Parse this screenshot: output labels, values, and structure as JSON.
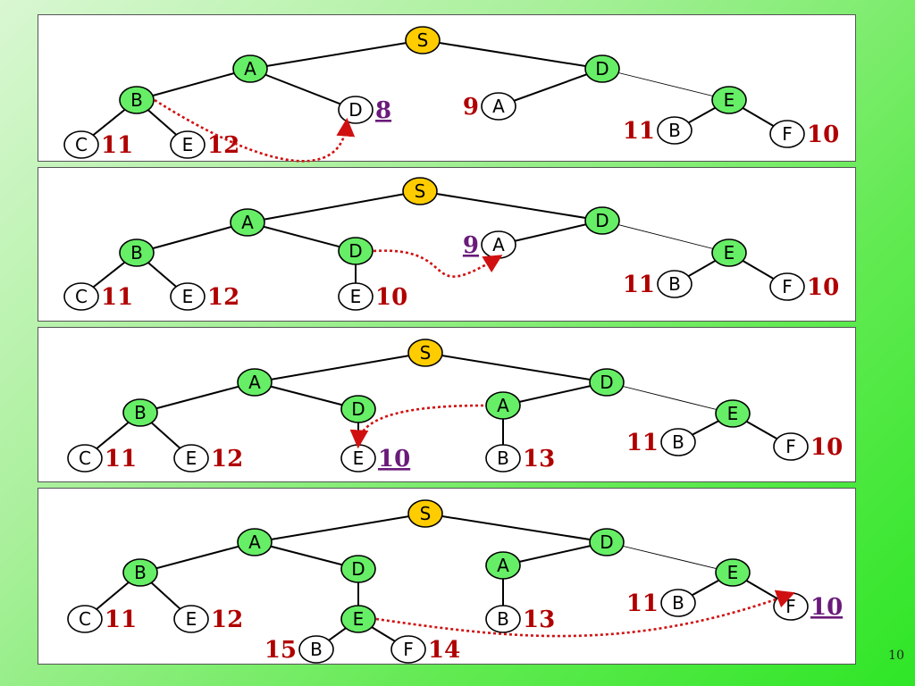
{
  "slide": {
    "page_number": "10"
  },
  "colors": {
    "start": "#ffcc00",
    "expanded": "#66ee66",
    "frontier": "#ffffff",
    "cost": "#b00000",
    "selected": "#6a1a7a",
    "arrow": "#d01010"
  },
  "panels": [
    {
      "nodes": [
        {
          "id": "S",
          "label": "S",
          "state": "start"
        },
        {
          "id": "A1",
          "label": "A",
          "state": "expanded"
        },
        {
          "id": "D1",
          "label": "D",
          "state": "expanded"
        },
        {
          "id": "B1",
          "label": "B",
          "state": "expanded"
        },
        {
          "id": "D2",
          "label": "D",
          "state": "frontier",
          "cost": "8",
          "selected": true
        },
        {
          "id": "A2",
          "label": "A",
          "state": "frontier",
          "cost": "9",
          "selected": false
        },
        {
          "id": "E1",
          "label": "E",
          "state": "expanded"
        },
        {
          "id": "C1",
          "label": "C",
          "state": "frontier",
          "cost": "11",
          "selected": false
        },
        {
          "id": "E2",
          "label": "E",
          "state": "frontier",
          "cost": "12",
          "selected": false
        },
        {
          "id": "B2",
          "label": "B",
          "state": "frontier",
          "cost": "11",
          "selected": false
        },
        {
          "id": "F1",
          "label": "F",
          "state": "frontier",
          "cost": "10",
          "selected": false
        }
      ],
      "arrow": {
        "from": "B1",
        "to": "D2"
      }
    },
    {
      "nodes": [
        {
          "id": "S",
          "label": "S",
          "state": "start"
        },
        {
          "id": "A1",
          "label": "A",
          "state": "expanded"
        },
        {
          "id": "D1",
          "label": "D",
          "state": "expanded"
        },
        {
          "id": "B1",
          "label": "B",
          "state": "expanded"
        },
        {
          "id": "D2",
          "label": "D",
          "state": "expanded"
        },
        {
          "id": "A2",
          "label": "A",
          "state": "frontier",
          "cost": "9",
          "selected": true
        },
        {
          "id": "E1",
          "label": "E",
          "state": "expanded"
        },
        {
          "id": "C1",
          "label": "C",
          "state": "frontier",
          "cost": "11",
          "selected": false
        },
        {
          "id": "E2",
          "label": "E",
          "state": "frontier",
          "cost": "12",
          "selected": false
        },
        {
          "id": "E3",
          "label": "E",
          "state": "frontier",
          "cost": "10",
          "selected": false
        },
        {
          "id": "B2",
          "label": "B",
          "state": "frontier",
          "cost": "11",
          "selected": false
        },
        {
          "id": "F1",
          "label": "F",
          "state": "frontier",
          "cost": "10",
          "selected": false
        }
      ],
      "arrow": {
        "from": "D2",
        "to": "A2"
      }
    },
    {
      "nodes": [
        {
          "id": "S",
          "label": "S",
          "state": "start"
        },
        {
          "id": "A1",
          "label": "A",
          "state": "expanded"
        },
        {
          "id": "D1",
          "label": "D",
          "state": "expanded"
        },
        {
          "id": "B1",
          "label": "B",
          "state": "expanded"
        },
        {
          "id": "D2",
          "label": "D",
          "state": "expanded"
        },
        {
          "id": "A2",
          "label": "A",
          "state": "expanded"
        },
        {
          "id": "E1",
          "label": "E",
          "state": "expanded"
        },
        {
          "id": "C1",
          "label": "C",
          "state": "frontier",
          "cost": "11",
          "selected": false
        },
        {
          "id": "E2",
          "label": "E",
          "state": "frontier",
          "cost": "12",
          "selected": false
        },
        {
          "id": "E3",
          "label": "E",
          "state": "frontier",
          "cost": "10",
          "selected": true
        },
        {
          "id": "B3",
          "label": "B",
          "state": "frontier",
          "cost": "13",
          "selected": false
        },
        {
          "id": "B2",
          "label": "B",
          "state": "frontier",
          "cost": "11",
          "selected": false
        },
        {
          "id": "F1",
          "label": "F",
          "state": "frontier",
          "cost": "10",
          "selected": false
        }
      ],
      "arrow": {
        "from": "A2",
        "to": "E3"
      }
    },
    {
      "nodes": [
        {
          "id": "S",
          "label": "S",
          "state": "start"
        },
        {
          "id": "A1",
          "label": "A",
          "state": "expanded"
        },
        {
          "id": "D1",
          "label": "D",
          "state": "expanded"
        },
        {
          "id": "B1",
          "label": "B",
          "state": "expanded"
        },
        {
          "id": "D2",
          "label": "D",
          "state": "expanded"
        },
        {
          "id": "A2",
          "label": "A",
          "state": "expanded"
        },
        {
          "id": "E1",
          "label": "E",
          "state": "expanded"
        },
        {
          "id": "C1",
          "label": "C",
          "state": "frontier",
          "cost": "11",
          "selected": false
        },
        {
          "id": "E2",
          "label": "E",
          "state": "frontier",
          "cost": "12",
          "selected": false
        },
        {
          "id": "E3",
          "label": "E",
          "state": "expanded"
        },
        {
          "id": "B3",
          "label": "B",
          "state": "frontier",
          "cost": "13",
          "selected": false
        },
        {
          "id": "B2",
          "label": "B",
          "state": "frontier",
          "cost": "11",
          "selected": false
        },
        {
          "id": "F1",
          "label": "F",
          "state": "frontier",
          "cost": "10",
          "selected": true
        },
        {
          "id": "B4",
          "label": "B",
          "state": "frontier",
          "cost": "15",
          "selected": false
        },
        {
          "id": "F2",
          "label": "F",
          "state": "frontier",
          "cost": "14",
          "selected": false
        }
      ],
      "arrow": {
        "from": "E3",
        "to": "F1"
      }
    }
  ]
}
